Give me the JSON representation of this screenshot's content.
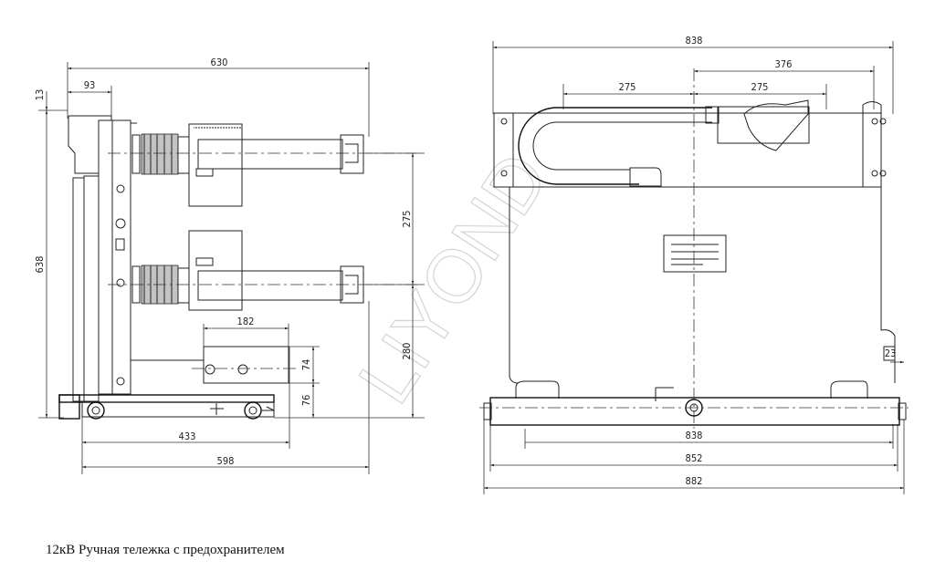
{
  "watermark": "LIYOND",
  "caption": "12кВ Ручная тележка с предохранителем",
  "side_view": {
    "dims": {
      "overall_depth": "630",
      "top_offset": "93",
      "top_step": "13",
      "overall_height": "638",
      "pole_spacing": "275",
      "lower_pole_height": "280",
      "bracket_width": "182",
      "bracket_height": "74",
      "bracket_offset": "76",
      "wheel_span": "433",
      "base_depth": "598"
    }
  },
  "front_view": {
    "dims": {
      "overall_width_top": "838",
      "handle_offset": "376",
      "phase_spacing_left": "275",
      "phase_spacing_right": "275",
      "side_offset": "23",
      "rail_width_838": "838",
      "rail_width_852": "852",
      "rail_width_882": "882"
    }
  }
}
